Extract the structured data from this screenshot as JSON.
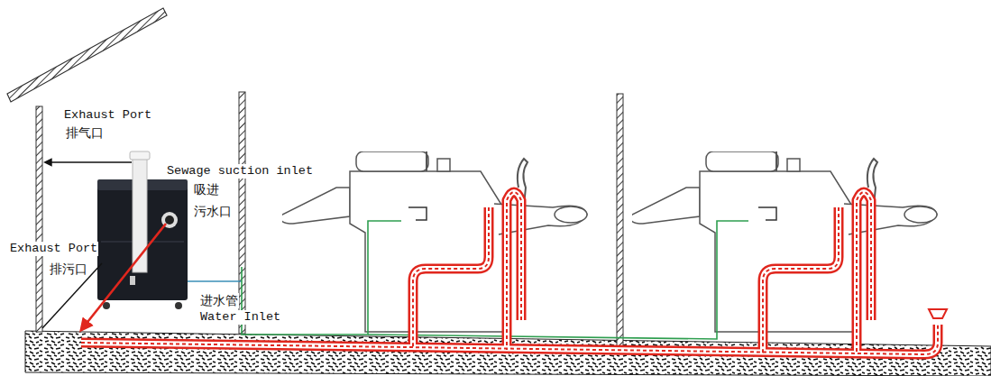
{
  "diagram": {
    "labels": [
      "Exhaust Port",
      "排气口",
      "Sewage suction inlet",
      "吸进 污水口",
      "Exhaust Port",
      "排污口",
      "进水管",
      "Water Inlet"
    ]
  }
}
